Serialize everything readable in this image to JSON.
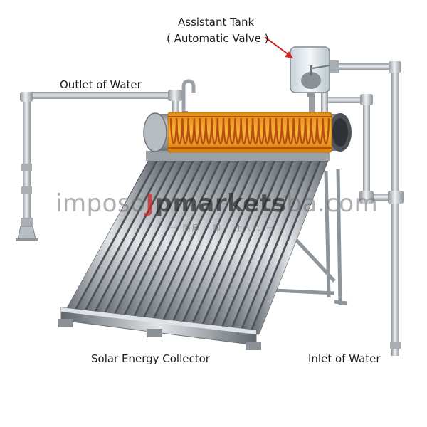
{
  "labels": {
    "assistant_tank": "Assistant Tank",
    "automatic_valve": "( Automatic Valve )",
    "outlet": "Outlet of Water",
    "collector": "Solar Energy Collector",
    "inlet": "Inlet of Water"
  },
  "watermark": {
    "left": "imposo",
    "j": "J",
    "mid": "pmarkets",
    "right": "ba.com",
    "sub": "一 問屋 · 卸 · 仕入れ 一"
  },
  "colors": {
    "pipe": "#c9cdd1",
    "pipe_dark": "#9aa0a6",
    "tank_copper": "#f2a31b",
    "coil": "#c85a12",
    "arrow": "#d62020"
  }
}
